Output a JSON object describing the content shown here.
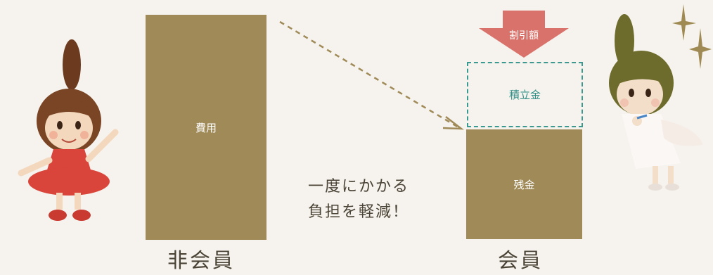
{
  "nonmember": {
    "bar_label": "費用",
    "caption": "非会員"
  },
  "member": {
    "savings_label": "積立金",
    "balance_label": "残金",
    "caption": "会員",
    "discount_label": "割引額"
  },
  "message": {
    "line1": "一度にかかる",
    "line2": "負担を軽減！"
  },
  "colors": {
    "bar": "#a08b58",
    "savings_border": "#3b9990",
    "discount_arrow": "#d9726a",
    "background": "#f6f3ee"
  },
  "icons": [
    "girl-character-red-icon",
    "girl-character-green-icon",
    "sparkle-icon"
  ]
}
